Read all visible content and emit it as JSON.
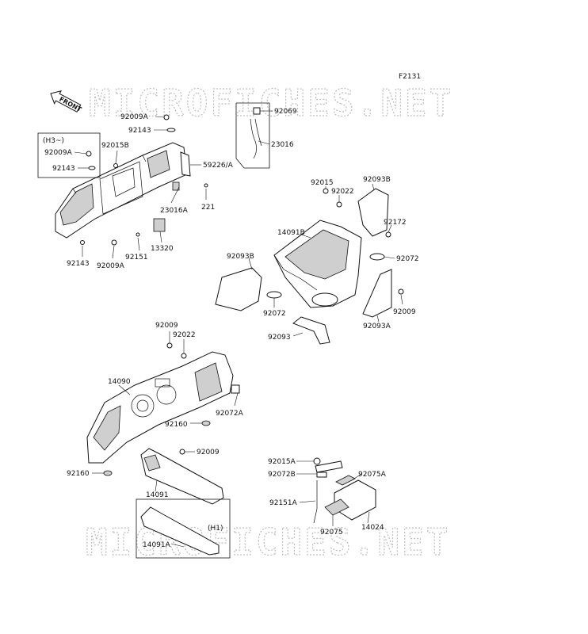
{
  "diagram": {
    "figure_code": "F2131",
    "watermark": "MICROFICHES.NET",
    "front_label": "FRONT",
    "boxes": {
      "h3_label": "(H3~)",
      "h1_label": "(H1)"
    },
    "callouts": {
      "c92009A_top": "92009A",
      "c92143_top": "92143",
      "c92009A_box": "92009A",
      "c92015B": "92015B",
      "c92143_box": "92143",
      "c59226A": "59226/A",
      "c23016A": "23016A",
      "c221": "221",
      "c13320": "13320",
      "c92151": "92151",
      "c92143_bot": "92143",
      "c92009A_bot": "92009A",
      "c92069": "92069",
      "c23016": "23016",
      "c92015": "92015",
      "c92022_r": "92022",
      "c92093B_r": "92093B",
      "c14091B": "14091B",
      "c92172": "92172",
      "c92093B_l": "92093B",
      "c92072_r": "92072",
      "c92072_l": "92072",
      "c92009_r": "92009",
      "c92093A": "92093A",
      "c92093": "92093",
      "c92009_m": "92009",
      "c92022_m": "92022",
      "c14090": "14090",
      "c92072A": "92072A",
      "c92160_a": "92160",
      "c92160_b": "92160",
      "c92009_low": "92009",
      "c14091": "14091",
      "c14091A": "14091A",
      "c92015A": "92015A",
      "c92072B": "92072B",
      "c92075A": "92075A",
      "c92151A": "92151A",
      "c14024": "14024",
      "c92075": "92075"
    }
  }
}
